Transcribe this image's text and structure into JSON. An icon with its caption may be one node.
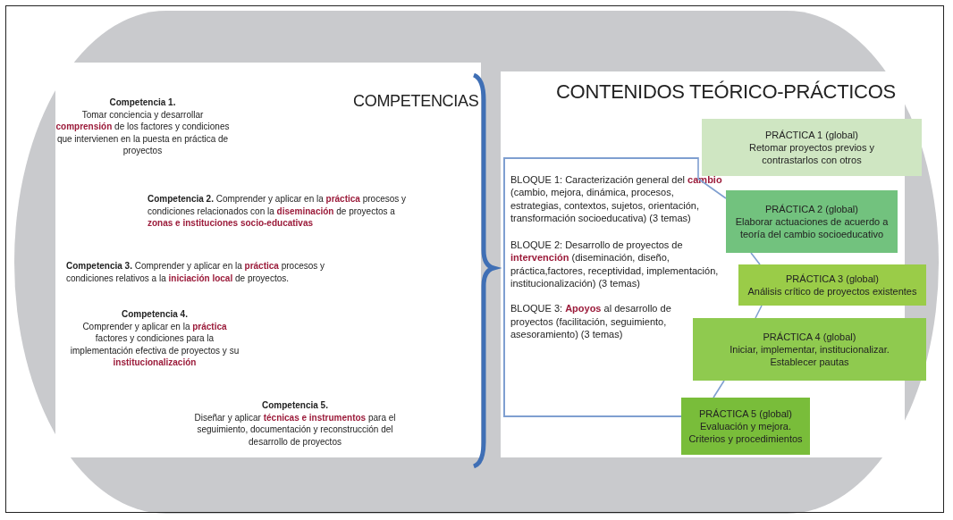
{
  "diagram": {
    "nodes": [
      {
        "text": [
          "COMPETENCIAS",
          "**Competencia 1.** Tomar conciencia y desarrollar **comprensión** de los factores y condiciones que intervienen en la puesta en práctica de proyectos",
          "**Competencia 2.** Comprender y aplicar en la **práctica** procesos y condiciones relacionados con la **diseminación** de proyectos a **zonas e instituciones socio-educativas**",
          "**Competencia 3.** Comprender y aplicar en la **práctica** procesos y condiciones relativos a la **iniciación local** de proyectos.",
          "**Competencia 4.** Comprender y aplicar en la **práctica** factores y condiciones para la implementación efectiva de proyectos y su **institucionalización**",
          "**Competencia 5.** Diseñar y aplicar **técnicas e instrumentos** para el seguimiento, documentación y reconstrucción del desarrollo de proyectos"
        ]
      },
      {
        "text": [
          "CONTENIDOS TEÓRICO-PRÁCTICOS"
        ]
      },
      {
        "text": [
          "BLOQUE 1: Caracterización general del **cambio** (cambio, mejora, dinámica, procesos, estrategias, contextos, sujetos, orientación, transformación socioeducativa) (3 temas)",
          "BLOQUE 2:  Desarrollo de proyectos de **intervención** (diseminación, diseño, práctica,factores, receptividad, implementación, institucionalización)    (3 temas)",
          "BLOQUE 3:  **Apoyos** al desarrollo de proyectos (facilitación, seguimiento, asesoramiento) (3 temas)"
        ],
        "in": 1
      },
      {
        "text": [
          "PRÁCTICA 1 (global)",
          "Retomar proyectos previos y contrastarlos con otros"
        ],
        "in": 1
      },
      {
        "text": [
          "PRÁCTICA 2 (global)",
          "Elaborar actuaciones de acuerdo a teoría del cambio socioeducativo"
        ],
        "in": 1
      },
      {
        "text": [
          "PRÁCTICA 3 (global)",
          "Análisis crítico de proyectos existentes"
        ],
        "in": 1
      },
      {
        "text": [
          "PRÁCTICA 4 (global)",
          "Iniciar, implementar, institucionalizar. Establecer pautas"
        ],
        "in": 1
      },
      {
        "text": [
          "PRÁCTICA 5 (global)",
          "Evaluación y mejora. Criterios y procedimientos"
        ],
        "in": 1
      }
    ],
    "edges": [
      {
        "from": 2,
        "to": 4,
        "arrow": "none"
      },
      {
        "from": 4,
        "to": 5,
        "arrow": "none"
      },
      {
        "from": 5,
        "to": 6,
        "arrow": "none"
      },
      {
        "from": 6,
        "to": 7,
        "arrow": "none"
      }
    ]
  }
}
